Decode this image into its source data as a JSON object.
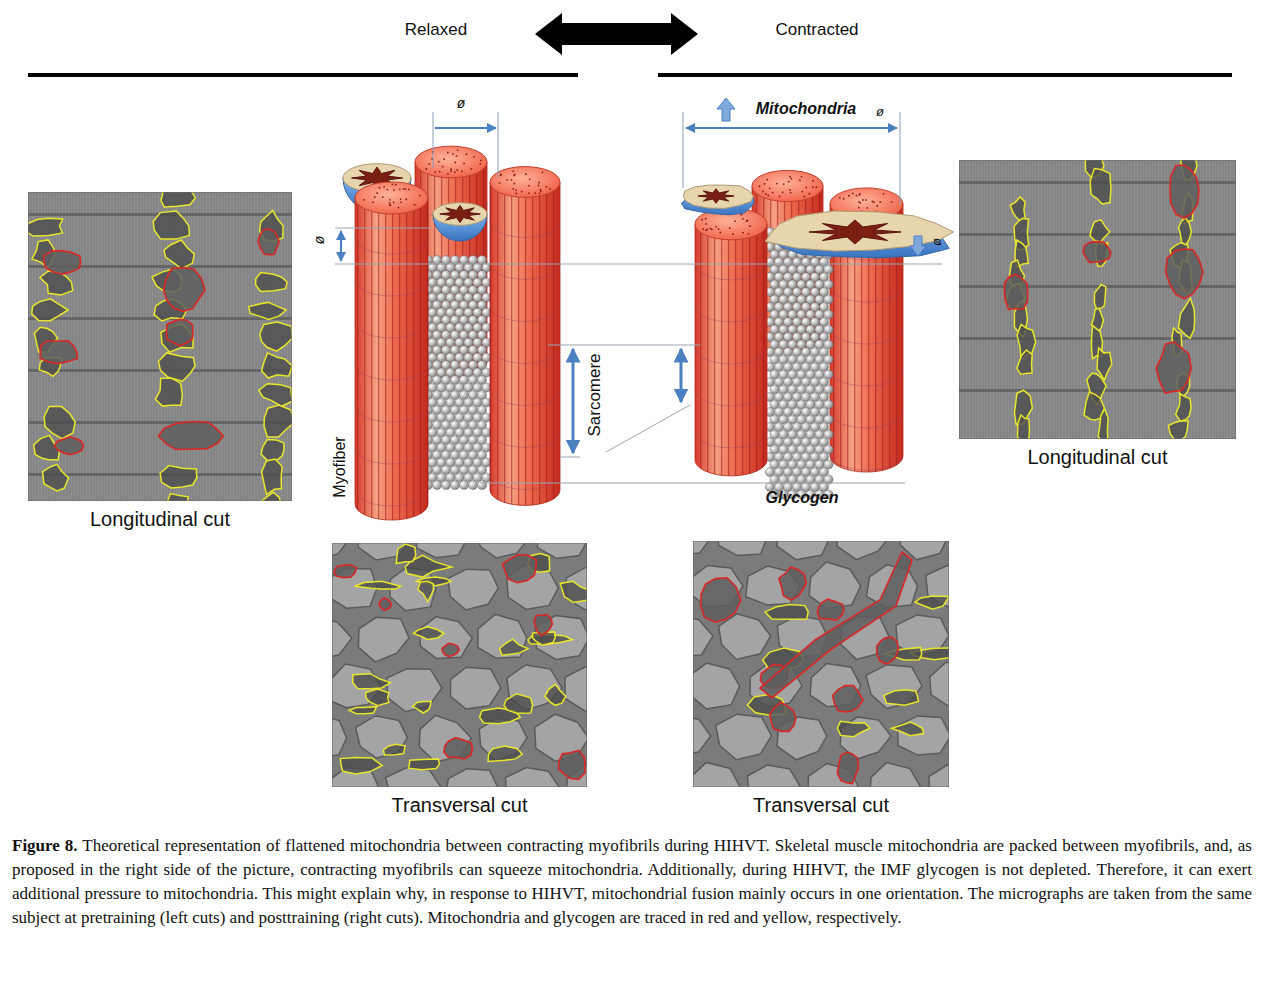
{
  "diagram": {
    "caption": "Theoretical representation of flattened mitochondria between contracting myofibrils during HIHVT. Skeletal muscle mitochondria are packed between myofibrils, and, as proposed in the right side of the picture, contracting myofibrils can squeeze mitochondria. Additionally, during HIHVT, the IMF glycogen is not depleted. Therefore, it can exert additional pressure to mitochondria. This might explain why, in response to HIHVT, mitochondrial fusion mainly occurs in one orientation. The micrographs are taken from the same subject at pretraining (left cuts) and posttraining (right cuts). Mitochondria and glycogen are traced in red and yellow, respectively.",
    "nodes": [
      {
        "text": [
          "Longitudinal cut"
        ]
      },
      {
        "text": [
          "Longitudinal cut"
        ]
      },
      {
        "text": [
          "Transversal cut"
        ]
      },
      {
        "text": [
          "Transversal cut"
        ]
      }
    ],
    "labels": [
      "Relaxed",
      "Contracted",
      "ø",
      "ø",
      "Mitochondria",
      "ø",
      "ø",
      "Sarcomere",
      "Myofiber",
      "Glycogen",
      "Figure 8."
    ]
  }
}
